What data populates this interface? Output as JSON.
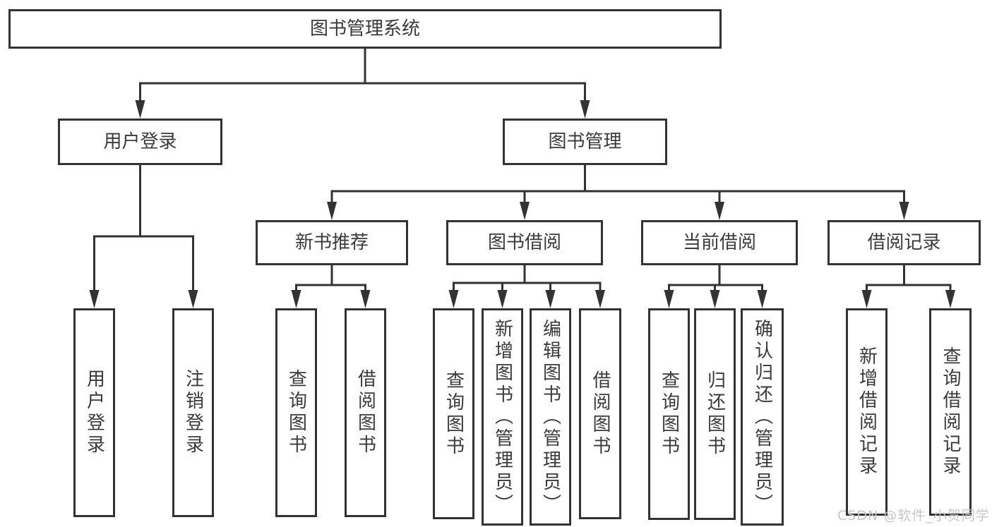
{
  "title": "图书管理系统",
  "diagram": {
    "nodes": [
      {
        "id": "root",
        "label": "图书管理系统",
        "parent": null,
        "orientation": "horizontal"
      },
      {
        "id": "user-login",
        "label": "用户登录",
        "parent": "root",
        "orientation": "horizontal"
      },
      {
        "id": "book-mgmt",
        "label": "图书管理",
        "parent": "root",
        "orientation": "horizontal"
      },
      {
        "id": "v-user-login",
        "label": "用户登录",
        "parent": "user-login",
        "orientation": "vertical"
      },
      {
        "id": "v-logout",
        "label": "注销登录",
        "parent": "user-login",
        "orientation": "vertical"
      },
      {
        "id": "new-book-rec",
        "label": "新书推荐",
        "parent": "book-mgmt",
        "orientation": "horizontal"
      },
      {
        "id": "book-borrow",
        "label": "图书借阅",
        "parent": "book-mgmt",
        "orientation": "horizontal"
      },
      {
        "id": "current-borrow",
        "label": "当前借阅",
        "parent": "book-mgmt",
        "orientation": "horizontal"
      },
      {
        "id": "borrow-records",
        "label": "借阅记录",
        "parent": "book-mgmt",
        "orientation": "horizontal"
      },
      {
        "id": "v-query-book-1",
        "label": "查询图书",
        "parent": "new-book-rec",
        "orientation": "vertical"
      },
      {
        "id": "v-borrow-book-1",
        "label": "借阅图书",
        "parent": "new-book-rec",
        "orientation": "vertical"
      },
      {
        "id": "v-query-book-2",
        "label": "查询图书",
        "parent": "book-borrow",
        "orientation": "vertical"
      },
      {
        "id": "v-add-book",
        "label": "新增图书（管理员）",
        "parent": "book-borrow",
        "orientation": "vertical"
      },
      {
        "id": "v-edit-book",
        "label": "编辑图书（管理员）",
        "parent": "book-borrow",
        "orientation": "vertical"
      },
      {
        "id": "v-borrow-book-2",
        "label": "借阅图书",
        "parent": "book-borrow",
        "orientation": "vertical"
      },
      {
        "id": "v-query-book-3",
        "label": "查询图书",
        "parent": "current-borrow",
        "orientation": "vertical"
      },
      {
        "id": "v-return-book",
        "label": "归还图书",
        "parent": "current-borrow",
        "orientation": "vertical"
      },
      {
        "id": "v-confirm-return",
        "label": "确认归还（管理员）",
        "parent": "current-borrow",
        "orientation": "vertical"
      },
      {
        "id": "v-add-record",
        "label": "新增借阅记录",
        "parent": "borrow-records",
        "orientation": "vertical"
      },
      {
        "id": "v-query-record",
        "label": "查询借阅记录",
        "parent": "borrow-records",
        "orientation": "vertical"
      }
    ]
  },
  "watermark": {
    "text": "CSDN @软件_小贺同学"
  },
  "colors": {
    "line": "#333333",
    "text": "#3a3a3a",
    "background": "#ffffff",
    "watermark": "#c6c6c6"
  }
}
